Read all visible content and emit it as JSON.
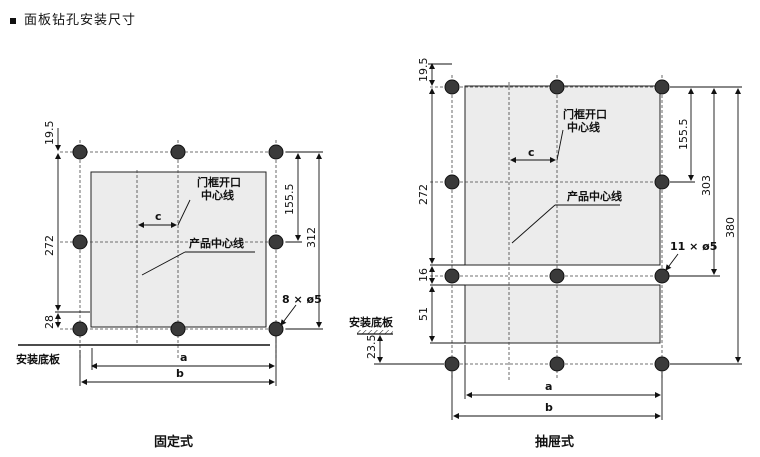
{
  "page": {
    "title": "面板钻孔安装尺寸"
  },
  "fixed": {
    "caption": "固定式",
    "dims": {
      "top": "19.5",
      "mid": "272",
      "bottom": "28",
      "c": "c",
      "center_h": "155.5",
      "total_h": "312",
      "a": "a",
      "b": "b"
    },
    "labels": {
      "door_center": [
        "门框开口",
        "中心线"
      ],
      "product_center": "产品中心线",
      "holes": "8 × ø5",
      "base": "安装底板"
    }
  },
  "drawer": {
    "caption": "抽屉式",
    "dims": {
      "top": "19.5",
      "mid": "272",
      "d16": "16",
      "d51": "51",
      "d235": "23.5",
      "c": "c",
      "center_h": "155.5",
      "h303": "303",
      "h380": "380",
      "a": "a",
      "b": "b"
    },
    "labels": {
      "door_center": [
        "门框开口",
        "中心线"
      ],
      "product_center": "产品中心线",
      "holes": "11 × ø5",
      "base": "安装底板"
    }
  }
}
